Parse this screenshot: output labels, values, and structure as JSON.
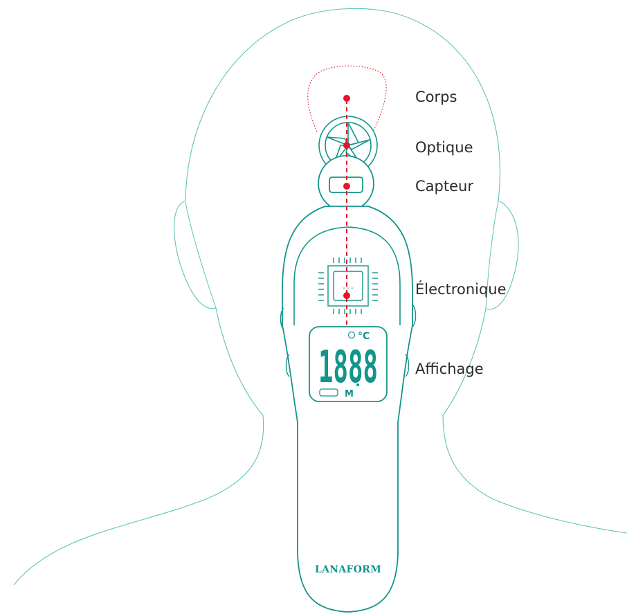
{
  "labels": {
    "body": "Corps",
    "optics": "Optique",
    "sensor": "Capteur",
    "electronics": "Électronique",
    "display": "Affichage"
  },
  "device": {
    "brand": "LANAFORM",
    "screen": {
      "reading": "1888",
      "unit": "°C",
      "mode": "M"
    },
    "chip_text": "---"
  },
  "colors": {
    "outline": "#5fc2b8",
    "device": "#12958a",
    "marker": "#e2162d",
    "text": "#2b2b2b"
  }
}
